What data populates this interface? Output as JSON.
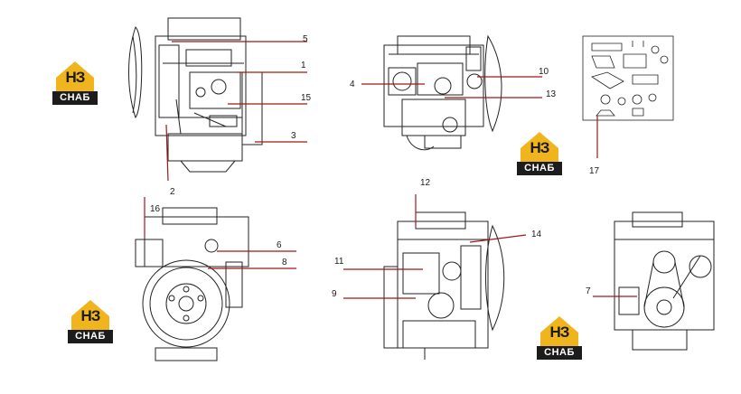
{
  "brand": {
    "logo_letters": "НЗ",
    "logo_caption": "СНАБ",
    "accent_color": "#f0b41c",
    "dark_color": "#1c1c1c"
  },
  "callouts": {
    "c1": "1",
    "c2": "2",
    "c3": "3",
    "c4": "4",
    "c5": "5",
    "c6": "6",
    "c7": "7",
    "c8": "8",
    "c9": "9",
    "c10": "10",
    "c11": "11",
    "c12": "12",
    "c13": "13",
    "c14": "14",
    "c15": "15",
    "c16": "16",
    "c17": "17"
  },
  "colors": {
    "leader": "#a01818",
    "drawing": "#222222"
  }
}
